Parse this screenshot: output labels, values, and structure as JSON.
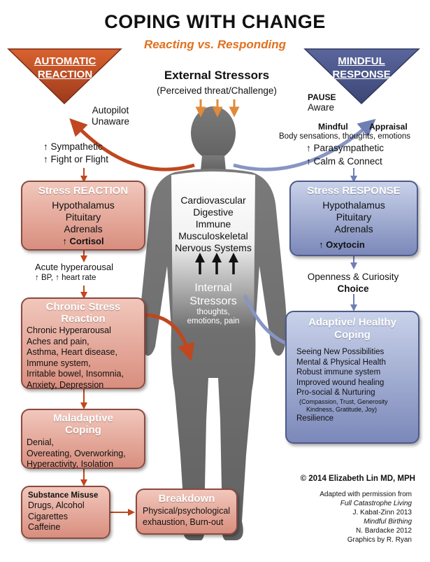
{
  "title": "COPING WITH CHANGE",
  "subtitle": "Reacting vs. Responding",
  "automatic_reaction": {
    "label_line1": "AUTOMATIC",
    "label_line2": "REACTION",
    "autopilot": "Autopilot",
    "unaware": "Unaware"
  },
  "mindful_response": {
    "label_line1": "MINDFUL",
    "label_line2": "RESPONSE",
    "pause": "PAUSE",
    "aware": "Aware",
    "mindful": "Mindful",
    "appraisal": "Appraisal",
    "body_sensations": "Body sensations, thoughts, emotions",
    "parasympathetic": "↑ Parasympathetic",
    "calm_connect": "↑ Calm & Connect"
  },
  "external": {
    "title": "External Stressors",
    "subtitle": "(Perceived threat/Challenge)"
  },
  "sympathetic": "↑ Sympathetic",
  "fight_flight": "↑ Fight or Flight",
  "stress_reaction": {
    "title": "Stress REACTION",
    "lines": [
      "Hypothalamus",
      "Pituitary",
      "Adrenals"
    ],
    "cortisol": "↑ Cortisol"
  },
  "acute": {
    "line1": "Acute hyperarousal",
    "line2": "↑ BP,  ↑ heart rate"
  },
  "chronic": {
    "title_line1": "Chronic Stress",
    "title_line2": "Reaction",
    "lines": [
      "Chronic Hyperarousal",
      "Aches and pain,",
      "Asthma, Heart disease,",
      "Immune system,",
      "Irritable bowel, Insomnia,",
      "Anxiety, Depression"
    ]
  },
  "maladaptive": {
    "title_line1": "Maladaptive",
    "title_line2": "Coping",
    "lines": [
      "Denial,",
      "Overeating, Overworking,",
      "Hyperactivity, Isolation"
    ]
  },
  "substance": {
    "title": "Substance Misuse",
    "lines": [
      "Drugs, Alcohol",
      "Cigarettes",
      "Caffeine"
    ]
  },
  "breakdown": {
    "title": "Breakdown",
    "lines": [
      "Physical/psychological",
      "exhaustion,  Burn-out"
    ]
  },
  "body_systems": [
    "Cardiovascular",
    "Digestive",
    "Immune",
    "Musculoskeletal",
    "Nervous Systems"
  ],
  "internal": {
    "line1": "Internal",
    "line2": "Stressors",
    "line3": "thoughts,",
    "line4": "emotions, pain"
  },
  "stress_response": {
    "title": "Stress RESPONSE",
    "lines": [
      "Hypothalamus",
      "Pituitary",
      "Adrenals"
    ],
    "oxytocin": "↑ Oxytocin"
  },
  "openness": "Openness & Curiosity",
  "choice": "Choice",
  "adaptive": {
    "title_line1": "Adaptive/ Healthy",
    "title_line2": "Coping",
    "lines": [
      "Seeing New Possibilities",
      "Mental  & Physical Health",
      "Robust immune system",
      "Improved wound healing",
      "Pro-social & Nurturing"
    ],
    "sub_lines": [
      "(Compassion,  Trust, Generosity",
      "Kindness, Gratitude, Joy)"
    ],
    "resilience": "Resilience"
  },
  "copyright": "© 2014 Elizabeth Lin MD, MPH",
  "credits": [
    "Adapted with permission from",
    "Full Catastrophe Living",
    "J. Kabat-Zinn 2013",
    "Mindful Birthing",
    "N. Bardacke 2012",
    "Graphics by R. Ryan"
  ],
  "colors": {
    "reaction": "#c2522a",
    "response": "#4f5b8e",
    "subtitle": "#e0701f",
    "arrow": "#c0471f",
    "arrow_blue": "#6f7fb5",
    "body": "#6e6e6e"
  }
}
